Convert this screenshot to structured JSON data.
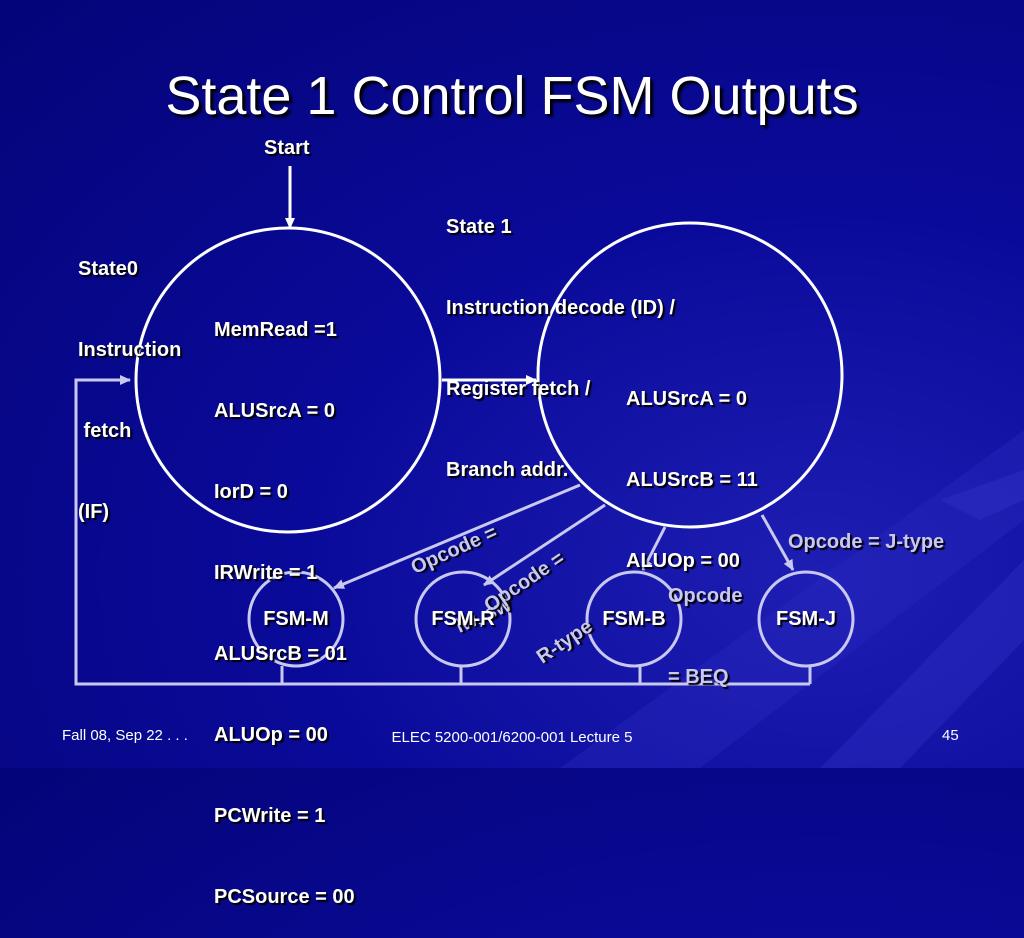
{
  "title": "State 1 Control FSM Outputs",
  "colors": {
    "background": "#0a0a9a",
    "line": "#ffffff",
    "secondary_line": "#c8c8f0"
  },
  "start_label": "Start",
  "state0": {
    "caption": [
      "State0",
      "Instruction",
      " fetch",
      "(IF)"
    ],
    "outputs": [
      "MemRead =1",
      "ALUSrcA = 0",
      "IorD = 0",
      "IRWrite = 1",
      "ALUSrcB = 01",
      "ALUOp = 00",
      "PCWrite = 1",
      "PCSource = 00"
    ]
  },
  "state1": {
    "caption": [
      "State 1",
      "Instruction decode (ID) /",
      "Register fetch /",
      "Branch addr."
    ],
    "outputs": [
      "ALUSrcA = 0",
      "ALUSrcB = 11",
      "ALUOp = 00"
    ]
  },
  "transitions": {
    "lw_sw": [
      "Opcode =",
      "lw, sw"
    ],
    "r_type": [
      "Opcode =",
      "R-type"
    ],
    "beq": [
      "Opcode",
      "= BEQ"
    ],
    "j_type": "Opcode = J-type"
  },
  "fsms": [
    "FSM-M",
    "FSM-R",
    "FSM-B",
    "FSM-J"
  ],
  "footer": {
    "left": "Fall 08, Sep 22 . . .",
    "center": "ELEC 5200-001/6200-001 Lecture 5",
    "page": "45"
  }
}
